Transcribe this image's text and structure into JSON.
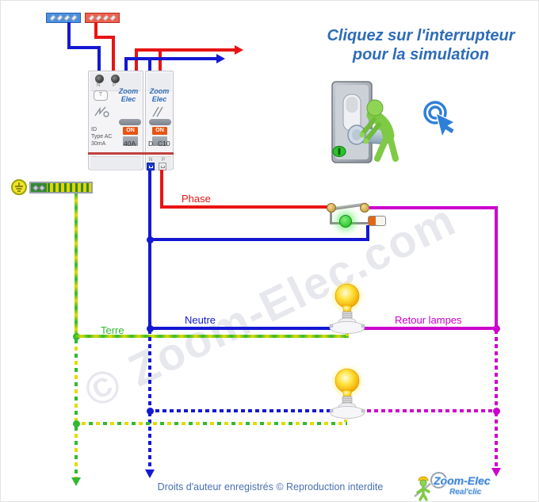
{
  "header": {
    "title_line1": "Cliquez sur l'interrupteur",
    "title_line2": "pour la simulation"
  },
  "breakers": {
    "differential": {
      "brand_line1": "Zoom",
      "brand_line2": "Elec",
      "test_button": "T",
      "terminal_n": "N",
      "terminal_p": "P",
      "on_label": "ON",
      "label_id": "ID",
      "label_type": "Type AC",
      "label_sensitivity": "30mA",
      "label_rating": "40A"
    },
    "divisional": {
      "brand_line1": "Zoom",
      "brand_line2": "Elec",
      "on_label": "ON",
      "label_curve_class": "D",
      "label_rating": "C10",
      "terminal_n": "N",
      "terminal_p": "P"
    }
  },
  "labels": {
    "phase": "Phase",
    "neutre": "Neutre",
    "terre": "Terre",
    "retour_lampes": "Retour lampes"
  },
  "footer": {
    "copyright": "Droits d'auteur enregistrés © Reproduction interdite"
  },
  "logo": {
    "name": "Zoom-Elec",
    "tagline": "Real'clic"
  },
  "watermark": "© Zoom-Elec.com",
  "colors": {
    "phase": "#e81414",
    "neutre": "#1418d2",
    "retour_lampes": "#cc00cc",
    "terre_green": "#33b833",
    "terre_yellow": "#dede00",
    "accent_blue": "#2e6cb8",
    "on_orange": "#e85512",
    "footer_blue": "#4a6fb0",
    "wire_gray": "#909090"
  }
}
